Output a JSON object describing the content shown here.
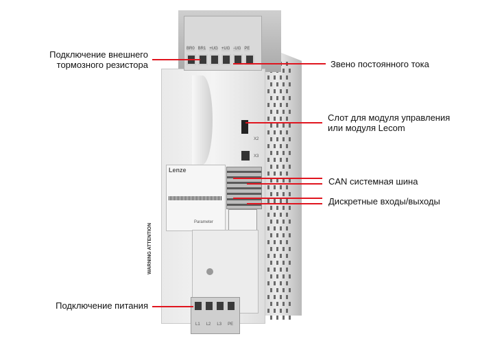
{
  "annotations": {
    "brake_resistor": [
      "Подключение внешнего",
      "тормозного резистора"
    ],
    "dc_link": "Звено постоянного тока",
    "module_slot": [
      "Слот для модуля управления",
      "или модуля Lecom"
    ],
    "can_bus": "CAN системная шина",
    "digital_io": "Дискретные входы/выходы",
    "power": "Подключение питания"
  },
  "device": {
    "brand": "Lenze",
    "top_terminals": [
      "BR0",
      "BR1",
      "+UG",
      "+UG",
      "-UG",
      "PE"
    ],
    "bottom_terminals": [
      "L1",
      "L2",
      "L3",
      "PE"
    ],
    "x2": "X2",
    "x3": "X3",
    "warning": "WARNING   ATTENTION",
    "parameter": "Parameter"
  },
  "colors": {
    "leader_line": "#e0141e"
  }
}
